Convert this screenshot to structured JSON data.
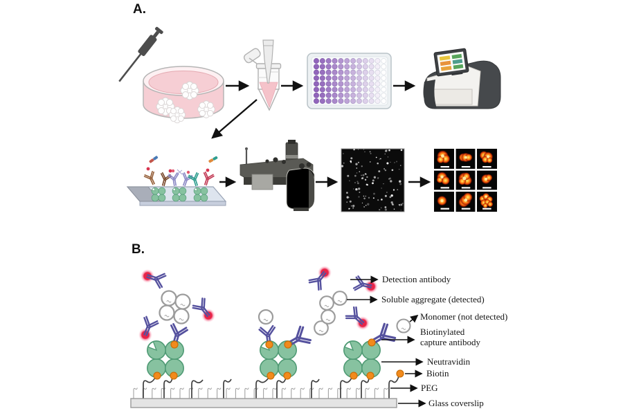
{
  "panels": {
    "a": {
      "label": "A."
    },
    "b": {
      "label": "B."
    }
  },
  "legend": {
    "detection_antibody": "Detection antibody",
    "soluble_aggregate": "Soluble aggregate (detected)",
    "monomer": "Monomer (not detected)",
    "biotinylated_line1": "Biotinylated",
    "biotinylated_line2": "capture antibody",
    "neutravidin": "Neutravidin",
    "biotin": "Biotin",
    "peg": "PEG",
    "glass_coverslip": "Glass coverslip"
  },
  "colors": {
    "media_pink": "#f6ced4",
    "liquid_pink": "#f5c3ca",
    "well_purple": "#9165bb",
    "plate_reader_dark": "#46494c",
    "neutravidin_green": "#87c2a0",
    "neutravidin_outline": "#4f9a74",
    "biotin_orange": "#f28a1c",
    "antibody_purple": "#55519e",
    "fluorophore_red": "#e82448",
    "gallery_hot": "#ff7d15",
    "coverslip_gray": "#e4e4e4"
  },
  "microplate": {
    "rows": 8,
    "cols": 12,
    "well_color_start": "#9165bb",
    "well_color_end": "#ffffff",
    "well_stroke_start": "#7e55a8",
    "well_stroke_end": "#dde1e6"
  },
  "single_molecule_image": {
    "speckle_count": 115,
    "seed": 20240
  },
  "aggregate_gallery": {
    "rows": 3,
    "cols": 3,
    "cells": [
      {
        "spots": [
          [
            12,
            10,
            4.4,
            1
          ],
          [
            16,
            14,
            3.6,
            0
          ],
          [
            9,
            15,
            3,
            0
          ]
        ]
      },
      {
        "spots": [
          [
            11,
            12,
            3.2,
            0
          ],
          [
            15,
            12,
            3.6,
            1
          ],
          [
            19,
            12,
            3,
            0
          ]
        ]
      },
      {
        "spots": [
          [
            11,
            9,
            3.4,
            0
          ],
          [
            17,
            11,
            3.8,
            1
          ],
          [
            13,
            15,
            2.8,
            0
          ],
          [
            19,
            16,
            2.4,
            0
          ]
        ]
      },
      {
        "spots": [
          [
            11,
            10,
            4,
            1
          ],
          [
            16,
            15,
            3.4,
            0
          ],
          [
            8,
            14,
            2.6,
            0
          ]
        ]
      },
      {
        "spots": [
          [
            13,
            12,
            4.6,
            1
          ],
          [
            17,
            15,
            3.8,
            0
          ],
          [
            10,
            16,
            3,
            0
          ],
          [
            16,
            9,
            3,
            0
          ]
        ]
      },
      {
        "spots": [
          [
            14,
            13,
            3.8,
            1
          ],
          [
            18,
            11,
            2.8,
            0
          ]
        ]
      },
      {
        "spots": [
          [
            11,
            14,
            3.8,
            1
          ]
        ]
      },
      {
        "spots": [
          [
            12,
            16,
            4,
            0
          ],
          [
            15,
            13,
            4.2,
            1
          ],
          [
            18,
            9,
            3.6,
            0
          ]
        ]
      },
      {
        "spots": [
          [
            9,
            11,
            2.6,
            0
          ],
          [
            14,
            8,
            2.8,
            1
          ],
          [
            19,
            12,
            2.6,
            0
          ],
          [
            11,
            17,
            2.8,
            0
          ],
          [
            16,
            16,
            2.4,
            0
          ],
          [
            20,
            19,
            2.2,
            0
          ],
          [
            13,
            21,
            2,
            0
          ]
        ]
      }
    ]
  }
}
